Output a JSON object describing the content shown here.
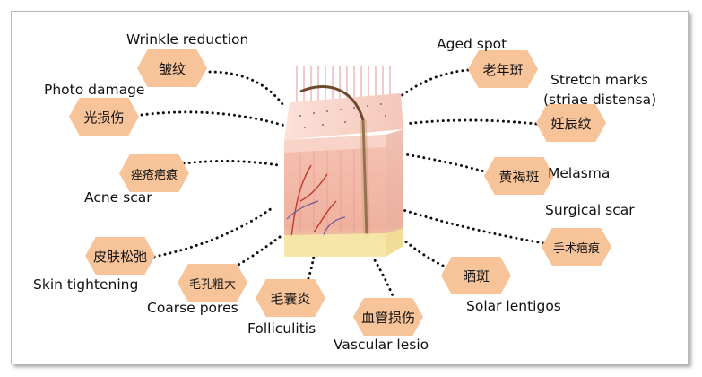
{
  "items": {
    "wrinkle": {
      "en": "Wrinkle reduction",
      "cn": "皱纹"
    },
    "photo": {
      "en": "Photo damage",
      "cn": "光损伤"
    },
    "acne": {
      "en": "Acne scar",
      "cn": "痤疮疤痕"
    },
    "tighten": {
      "en": "Skin tightening",
      "cn": "皮肤松弛"
    },
    "pores": {
      "en": "Coarse pores",
      "cn": "毛孔粗大"
    },
    "follic": {
      "en": "Folliculitis",
      "cn": "毛囊炎"
    },
    "vascular": {
      "en": "Vascular lesio",
      "cn": "血管损伤"
    },
    "solar": {
      "en": "Solar lentigos",
      "cn": "晒斑"
    },
    "surgical": {
      "en": "Surgical scar",
      "cn": "手术疤痕"
    },
    "melasma": {
      "en": "Melasma",
      "cn": "黄褐斑"
    },
    "stretch": {
      "en1": "Stretch marks",
      "en2": "(striae distensa)",
      "cn": "妊辰纹"
    },
    "aged": {
      "en": "Aged spot",
      "cn": "老年斑"
    }
  },
  "colors": {
    "hexagon": "#f7c49a",
    "skin_top": "#f4c7b9",
    "skin_dermis": "#f1b7a7",
    "fat_layer": "#f6e9a8",
    "laser_beam": "#e0707a"
  }
}
